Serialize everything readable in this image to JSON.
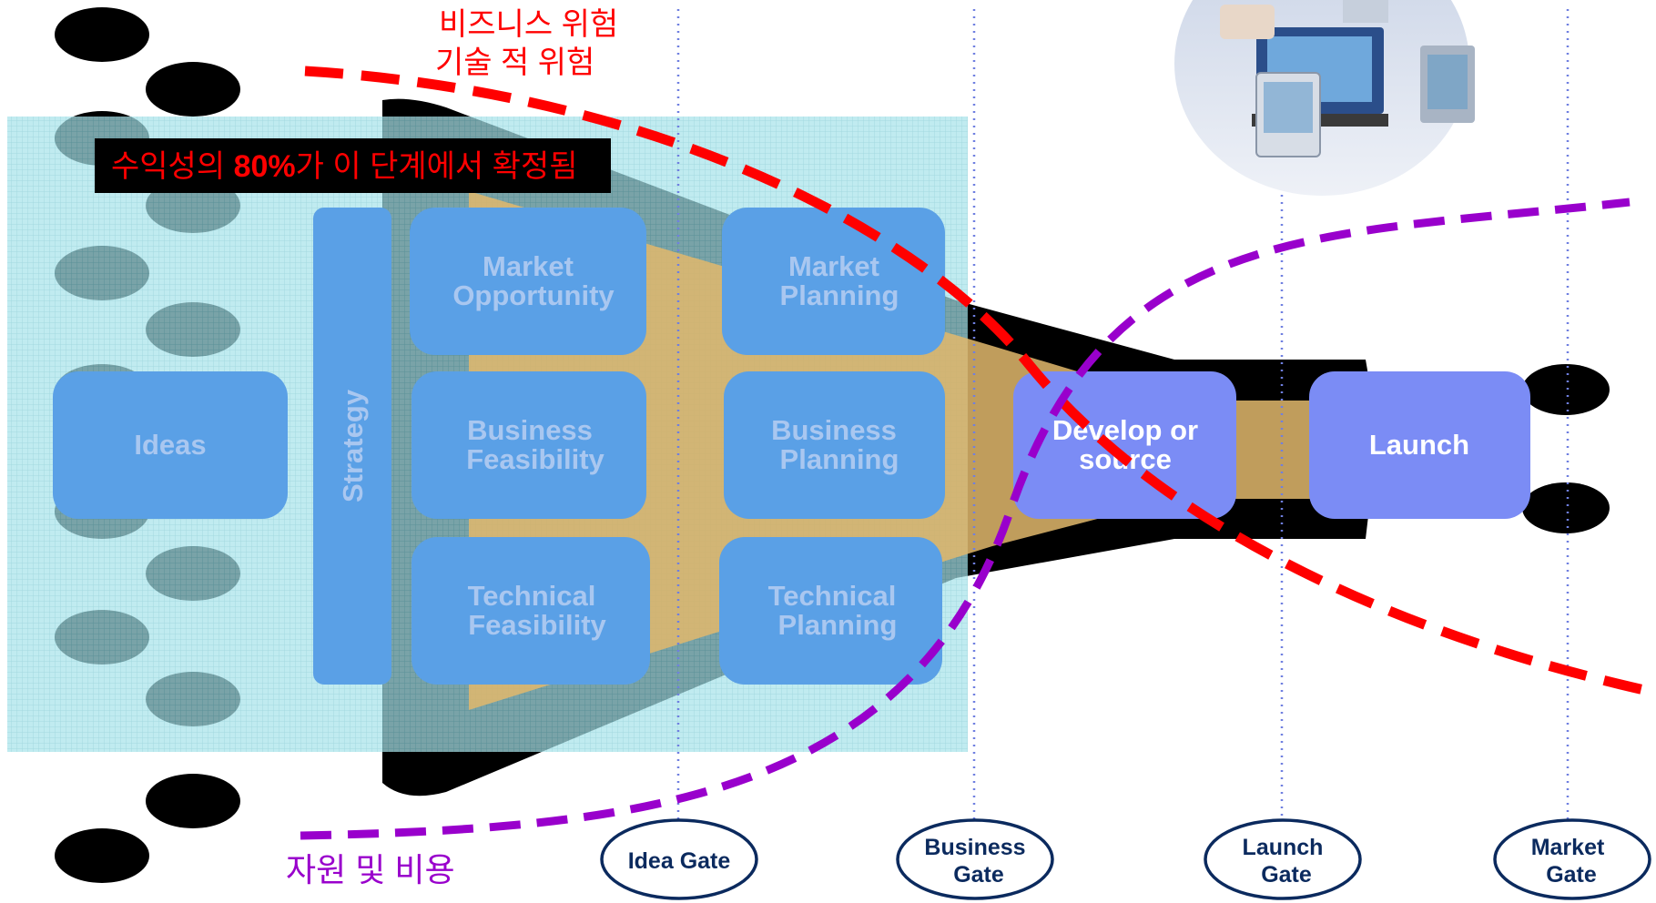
{
  "diagram": {
    "risk_label_line1": "비즈니스 위험",
    "risk_label_line2": "기술 적 위험",
    "cost_label": "자원 및 비용",
    "banner": {
      "prefix": "수익성의 ",
      "highlight": "80%",
      "suffix": "가 이 단계에서 확정됨"
    },
    "boxes": {
      "ideas": "Ideas",
      "strategy": "Strategy",
      "market_opportunity": [
        "Market",
        "Opportunity"
      ],
      "business_feasibility": [
        "Business",
        "Feasibility"
      ],
      "technical_feasibility": [
        "Technical",
        "Feasibility"
      ],
      "market_planning": [
        "Market",
        "Planning"
      ],
      "business_planning": [
        "Business",
        "Planning"
      ],
      "technical_planning": [
        "Technical",
        "Planning"
      ],
      "develop": [
        "Develop or",
        "source"
      ],
      "launch": "Launch"
    },
    "gates": [
      {
        "lines": [
          "Idea Gate"
        ]
      },
      {
        "lines": [
          "Business",
          "Gate"
        ]
      },
      {
        "lines": [
          "Launch",
          "Gate"
        ]
      },
      {
        "lines": [
          "Market",
          "Gate"
        ]
      }
    ],
    "colors": {
      "box": "#5aa0e6",
      "box_active": "#7b8cf5",
      "risk_curve": "#ff0000",
      "cost_curve": "#9900cc",
      "funnel": "#000000",
      "cyan_area": "#a8e3ea",
      "funnel_inner": "#e2b86c",
      "gate_line": "#6f7fe0"
    }
  }
}
